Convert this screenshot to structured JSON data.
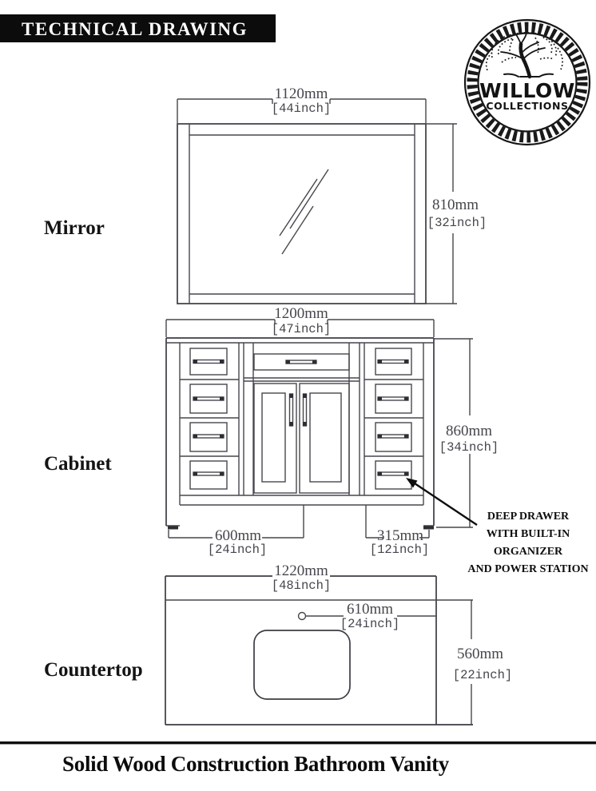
{
  "header": {
    "title": "TECHNICAL DRAWING"
  },
  "logo": {
    "name": "WILLOW",
    "subname": "COLLECTIONS"
  },
  "labels": {
    "mirror": "Mirror",
    "cabinet": "Cabinet",
    "countertop": "Countertop"
  },
  "dims": {
    "mirror_width": {
      "mm": "1120mm",
      "inch": "[44inch]"
    },
    "mirror_height": {
      "mm": "810mm",
      "inch": "[32inch]"
    },
    "cabinet_width": {
      "mm": "1200mm",
      "inch": "[47inch]"
    },
    "cabinet_height": {
      "mm": "860mm",
      "inch": "[34inch]"
    },
    "cabinet_left_section": {
      "mm": "600mm",
      "inch": "[24inch]"
    },
    "cabinet_right_section": {
      "mm": "315mm",
      "inch": "[12inch]"
    },
    "countertop_width": {
      "mm": "1220mm",
      "inch": "[48inch]"
    },
    "faucet_center_offset": {
      "mm": "610mm",
      "inch": "[24inch]"
    },
    "countertop_depth": {
      "mm": "560mm",
      "inch": "[22inch]"
    }
  },
  "callout": {
    "lines": [
      "DEEP DRAWER",
      "WITH BUILT-IN",
      "ORGANIZER",
      "AND POWER STATION"
    ]
  },
  "footer": {
    "title": "Solid Wood Construction Bathroom Vanity"
  },
  "colors": {
    "line": "#46464e",
    "ink": "#0d0d0d"
  }
}
